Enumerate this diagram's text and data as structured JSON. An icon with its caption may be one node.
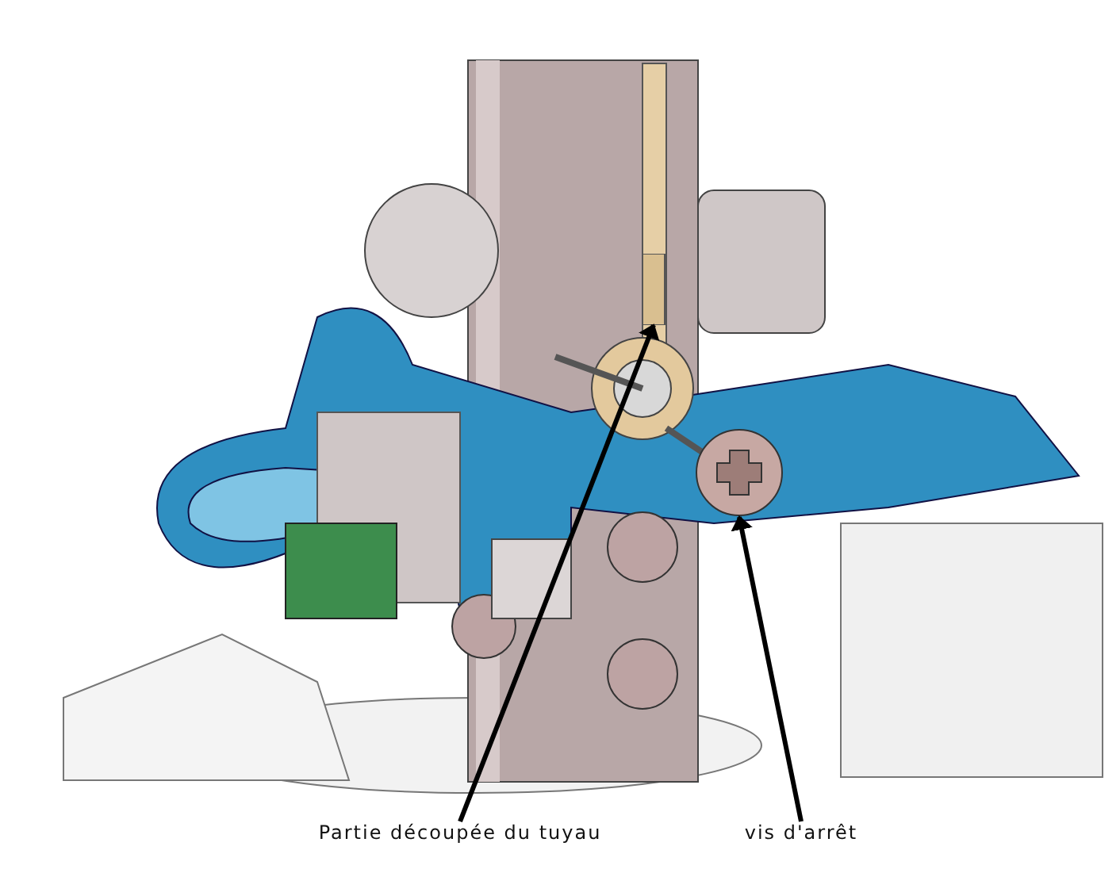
{
  "diagram": {
    "nodes": [
      {
        "text": [],
        "shape": "box"
      },
      {
        "text": [],
        "shape": "picture"
      },
      {
        "text": [
          "Partie découpée du tuyau"
        ]
      },
      {
        "text": [
          "vis d'arrêt"
        ]
      }
    ],
    "edges": [
      {
        "from": 2,
        "to": 0,
        "arrow": "to"
      },
      {
        "from": 3,
        "to": 1,
        "arrow": "to"
      }
    ]
  }
}
